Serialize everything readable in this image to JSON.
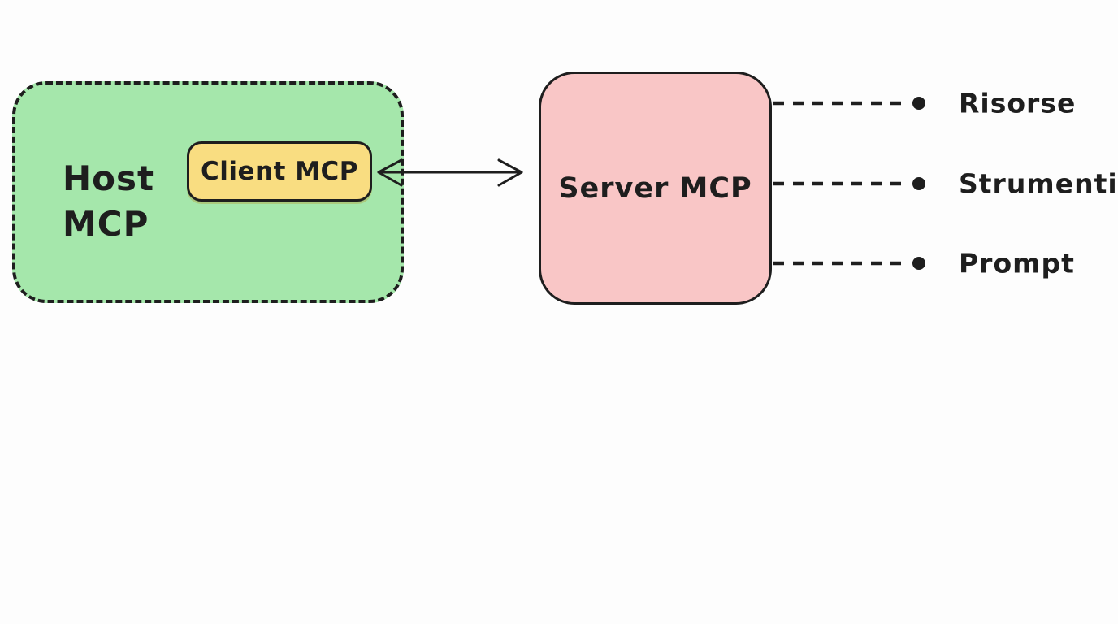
{
  "diagram": {
    "host": {
      "label": "Host MCP"
    },
    "client": {
      "label": "Client MCP"
    },
    "server": {
      "label": "Server MCP"
    },
    "outputs": [
      {
        "label": "Risorse"
      },
      {
        "label": "Strumenti"
      },
      {
        "label": "Prompt"
      }
    ],
    "edges": {
      "client_server": {
        "type": "double-headed-arrow",
        "from": "Client MCP",
        "to": "Server MCP"
      },
      "server_outputs": {
        "type": "dashed-line-with-dot",
        "from": "Server MCP"
      }
    },
    "colors": {
      "host_fill": "#a5e7ab",
      "client_fill": "#f9dd81",
      "server_fill": "#f9c6c6",
      "ink": "#1e1e1e",
      "background": "#fdfdfd"
    }
  }
}
